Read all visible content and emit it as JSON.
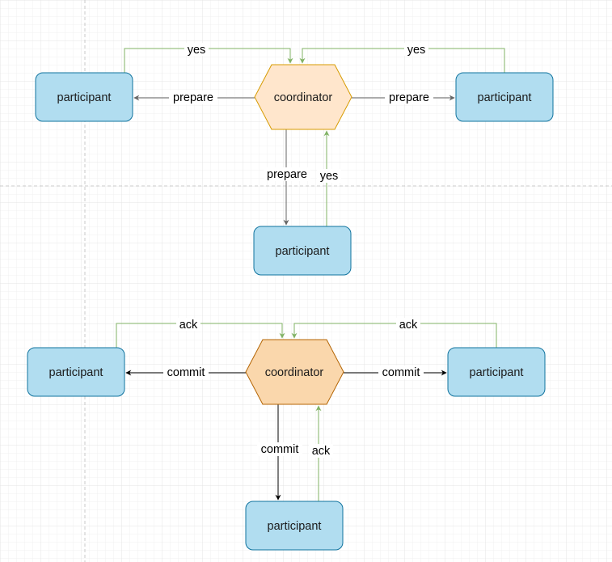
{
  "phase1": {
    "coordinator": "coordinator",
    "participants": [
      "participant",
      "participant",
      "participant"
    ],
    "labels": {
      "yes_left": "yes",
      "yes_right": "yes",
      "yes_bottom": "yes",
      "prepare_left": "prepare",
      "prepare_right": "prepare",
      "prepare_bottom": "prepare"
    }
  },
  "phase2": {
    "coordinator": "coordinator",
    "participants": [
      "participant",
      "participant",
      "participant"
    ],
    "labels": {
      "ack_left": "ack",
      "ack_right": "ack",
      "ack_bottom": "ack",
      "commit_left": "commit",
      "commit_right": "commit",
      "commit_bottom": "commit"
    }
  },
  "colors": {
    "participant_fill": "#b1ddf0",
    "participant_stroke": "#10739e",
    "coordinator1_fill": "#ffe6cc",
    "coordinator1_stroke": "#d79b00",
    "coordinator2_fill": "#fad7ac",
    "coordinator2_stroke": "#b46504",
    "green_edge": "#82b366",
    "grey_edge": "#666666",
    "black_edge": "#000000"
  }
}
